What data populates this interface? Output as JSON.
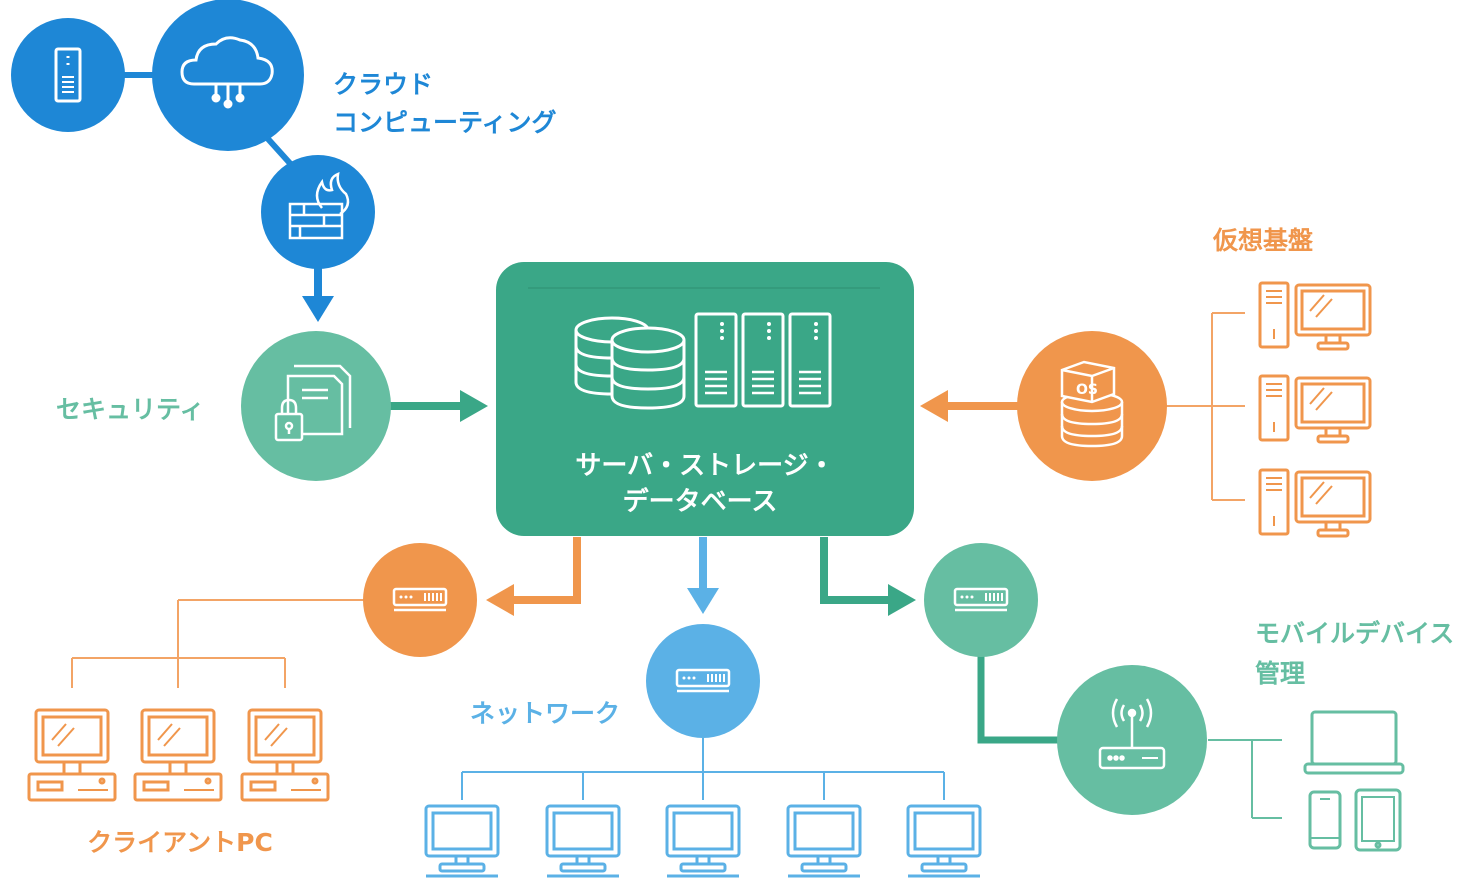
{
  "colors": {
    "blue": "#1e87d6",
    "light_blue": "#5bb1e6",
    "teal": "#3aa787",
    "light_teal": "#66bea2",
    "orange": "#f0964c",
    "orange_line": "#f3a466",
    "white": "#ffffff"
  },
  "labels": {
    "cloud_line1": "クラウド",
    "cloud_line2": "コンピューティング",
    "virtual": "仮想基盤",
    "security": "セキュリティ",
    "center_line1": "サーバ・ストレージ・",
    "center_line2": "データベース",
    "mobile_line1": "モバイルデバイス",
    "mobile_line2": "管理",
    "network": "ネットワーク",
    "client": "クライアントPC"
  },
  "icons": {
    "cloud_server": "server-tower-icon",
    "cloud": "cloud-network-icon",
    "firewall": "firewall-icon",
    "security": "locked-folder-icon",
    "center": "database-server-rack-icon",
    "virtual": "os-database-icon",
    "client_switch": "network-switch-icon",
    "network_switch": "network-switch-icon",
    "mobile_switch": "network-switch-icon",
    "mobile_router": "wifi-router-icon",
    "desktop": "desktop-pc-icon",
    "monitor": "monitor-icon",
    "laptop": "laptop-icon",
    "phone": "smartphone-icon",
    "tablet": "tablet-icon"
  }
}
